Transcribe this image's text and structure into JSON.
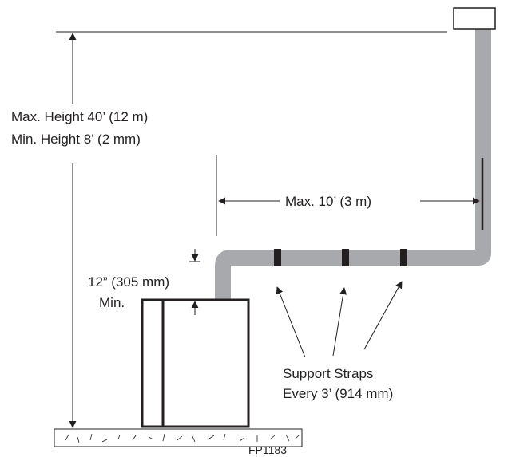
{
  "labels": {
    "height_max": "Max. Height 40’ (12 m)",
    "height_min": "Min. Height 8’ (2 mm)",
    "horizontal_max": "Max. 10’ (3 m)",
    "clearance_value": "12” (305 mm)",
    "clearance_min": "Min.",
    "straps_line1": "Support Straps",
    "straps_line2": "Every 3’ (914 mm)",
    "figure_code": "FP1183"
  },
  "colors": {
    "line": "#231f20",
    "pipe": "#a7a9ac",
    "background": "#ffffff"
  }
}
